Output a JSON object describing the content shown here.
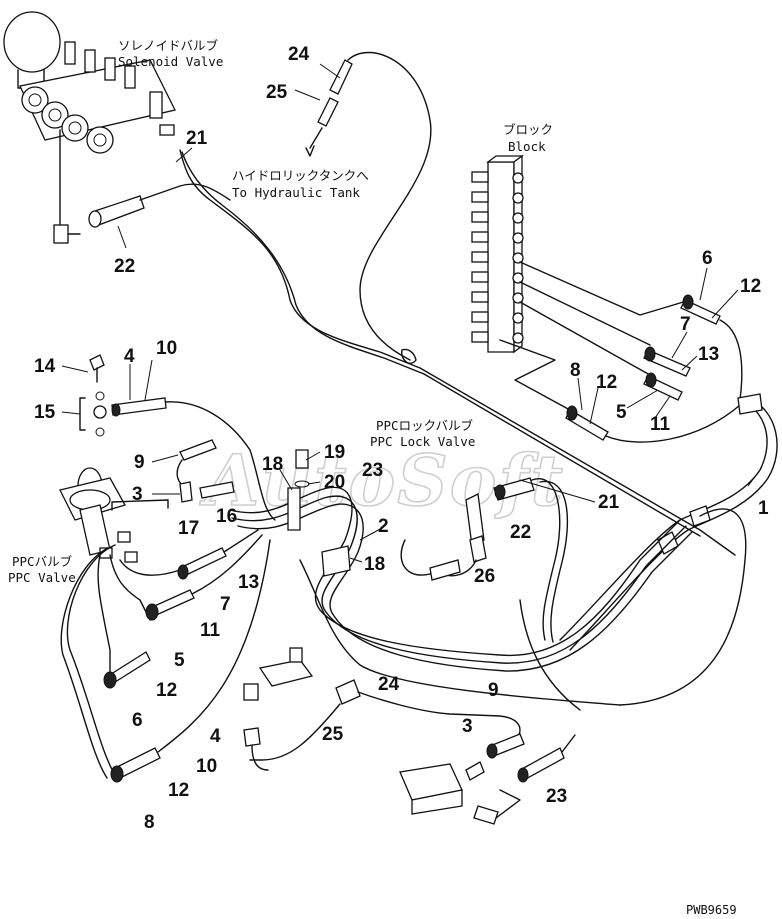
{
  "drawing_code": "PWB9659",
  "watermark": "AutoSoft",
  "captions": {
    "solenoid_jp": "ソレノイドバルブ",
    "solenoid_en": "Solenoid Valve",
    "tank_jp": "ハイドロリックタンクへ",
    "tank_en": "To Hydraulic Tank",
    "block_jp": "ブロック",
    "block_en": "Block",
    "ppc_lock_jp": "PPCロックバルブ",
    "ppc_lock_en": "PPC Lock Valve",
    "ppc_valve_jp": "PPCバルブ",
    "ppc_valve_en": "PPC Valve"
  },
  "callouts": [
    "24",
    "25",
    "21",
    "22",
    "6",
    "12",
    "7",
    "13",
    "8",
    "12",
    "5",
    "11",
    "14",
    "4",
    "10",
    "15",
    "9",
    "3",
    "17",
    "16",
    "19",
    "20",
    "18",
    "23",
    "21",
    "2",
    "22",
    "18",
    "26",
    "1",
    "13",
    "7",
    "11",
    "5",
    "12",
    "6",
    "12",
    "8",
    "24",
    "9",
    "25",
    "3",
    "4",
    "10",
    "23"
  ]
}
